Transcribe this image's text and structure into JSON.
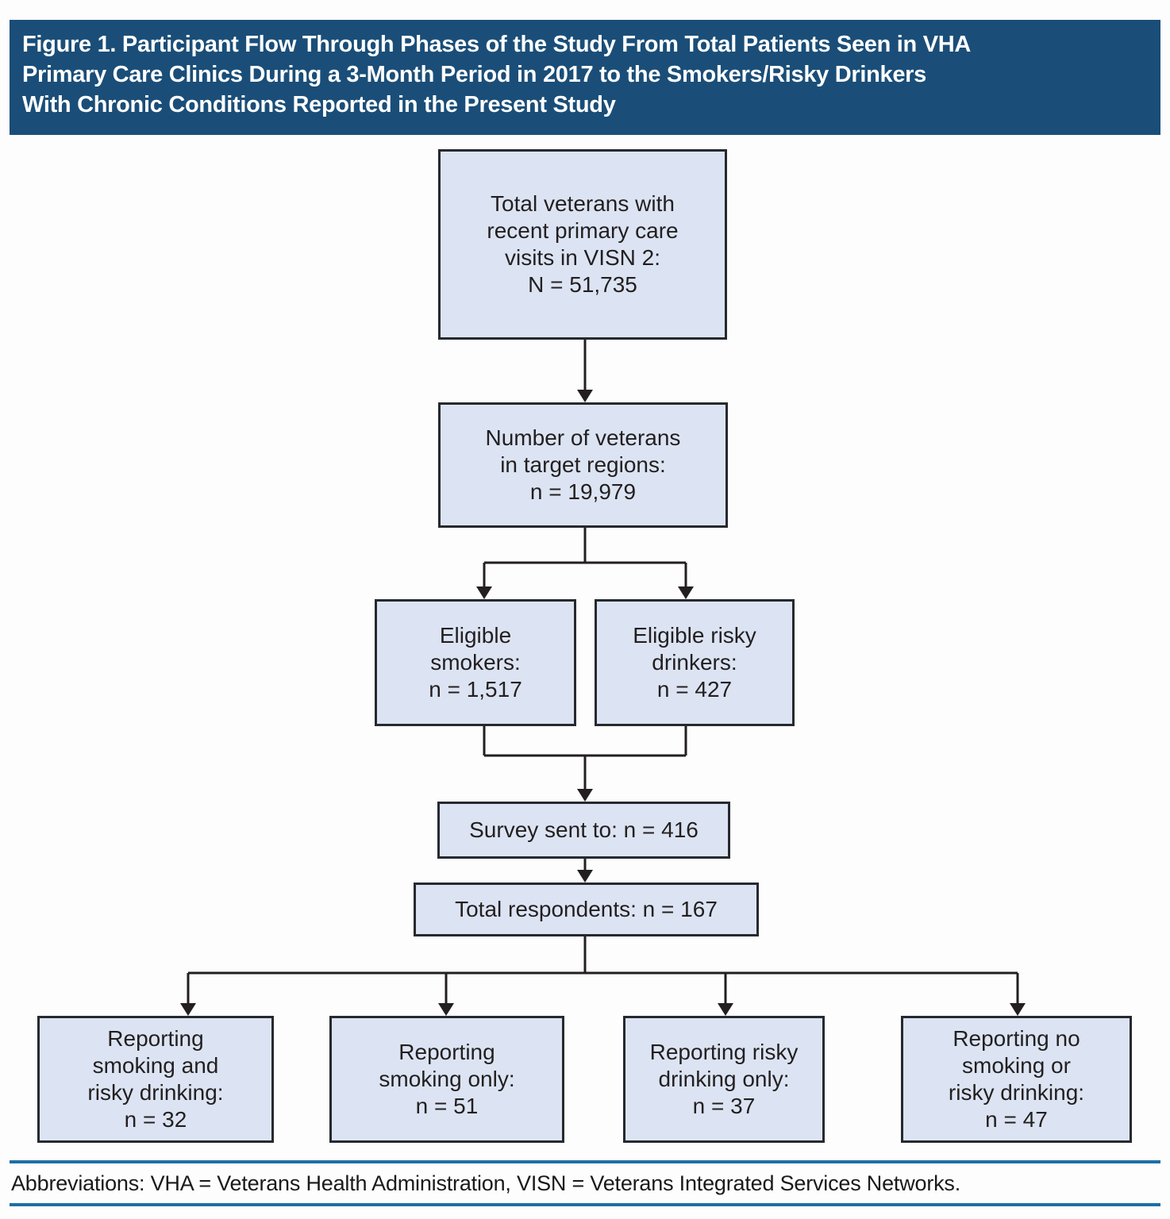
{
  "figure": {
    "title": "Figure 1. Participant Flow Through Phases of the Study From Total Patients Seen in VHA\nPrimary Care Clinics During a 3-Month Period in 2017 to the Smokers/Risky Drinkers\nWith Chronic Conditions Reported in the Present Study",
    "footnote": "Abbreviations: VHA = Veterans Health Administration, VISN = Veterans Integrated Services Networks."
  },
  "theme": {
    "title_bar_bg": "#1a4e78",
    "title_text": "#ffffff",
    "box_fill": "#dce4f3",
    "box_border": "#26292e",
    "box_text": "#231f20",
    "connector": "#231f20",
    "footer_rule": "#1c6fa4",
    "page_bg": "#fdfdfd"
  },
  "nodes": {
    "total": {
      "text": "Total veterans with\nrecent primary care\nvisits in VISN 2:\nN = 51,735",
      "value": "51,735"
    },
    "target": {
      "text": "Number of veterans\nin target regions:\nn = 19,979",
      "value": "19,979"
    },
    "smokers": {
      "text": "Eligible\nsmokers:\nn = 1,517",
      "value": "1,517"
    },
    "drinkers": {
      "text": "Eligible risky\ndrinkers:\nn = 427",
      "value": "427"
    },
    "survey": {
      "text": "Survey sent to: n = 416",
      "value": "416"
    },
    "respondents": {
      "text": "Total respondents: n = 167",
      "value": "167"
    },
    "both": {
      "text": "Reporting\nsmoking and\nrisky drinking:\nn = 32",
      "value": "32"
    },
    "smoking_only": {
      "text": "Reporting\nsmoking only:\nn = 51",
      "value": "51"
    },
    "drinking_only": {
      "text": "Reporting risky\ndrinking only:\nn = 37",
      "value": "37"
    },
    "none": {
      "text": "Reporting no\nsmoking or\nrisky drinking:\nn = 47",
      "value": "47"
    }
  },
  "flow_edges": [
    [
      "total",
      "target"
    ],
    [
      "target",
      "smokers"
    ],
    [
      "target",
      "drinkers"
    ],
    [
      "smokers",
      "survey"
    ],
    [
      "drinkers",
      "survey"
    ],
    [
      "survey",
      "respondents"
    ],
    [
      "respondents",
      "both"
    ],
    [
      "respondents",
      "smoking_only"
    ],
    [
      "respondents",
      "drinking_only"
    ],
    [
      "respondents",
      "none"
    ]
  ]
}
